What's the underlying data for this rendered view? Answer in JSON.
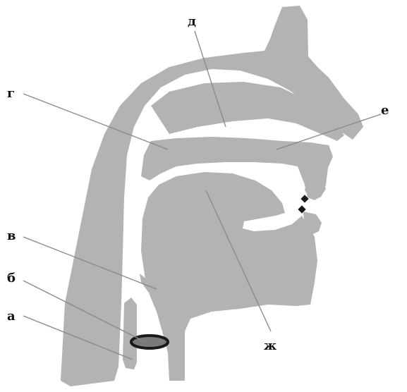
{
  "labels": {
    "a": "а",
    "b": "б",
    "v": "в",
    "g": "г",
    "d": "д",
    "e": "е",
    "zh": "ж"
  },
  "colors": {
    "tissue": "#b3b3b3",
    "leader_line": "#888888",
    "vocal_folds_ring": "#1a1a1a",
    "vocal_folds_inner": "#7a7a7a",
    "lip_closure": "#1a1a1a"
  }
}
